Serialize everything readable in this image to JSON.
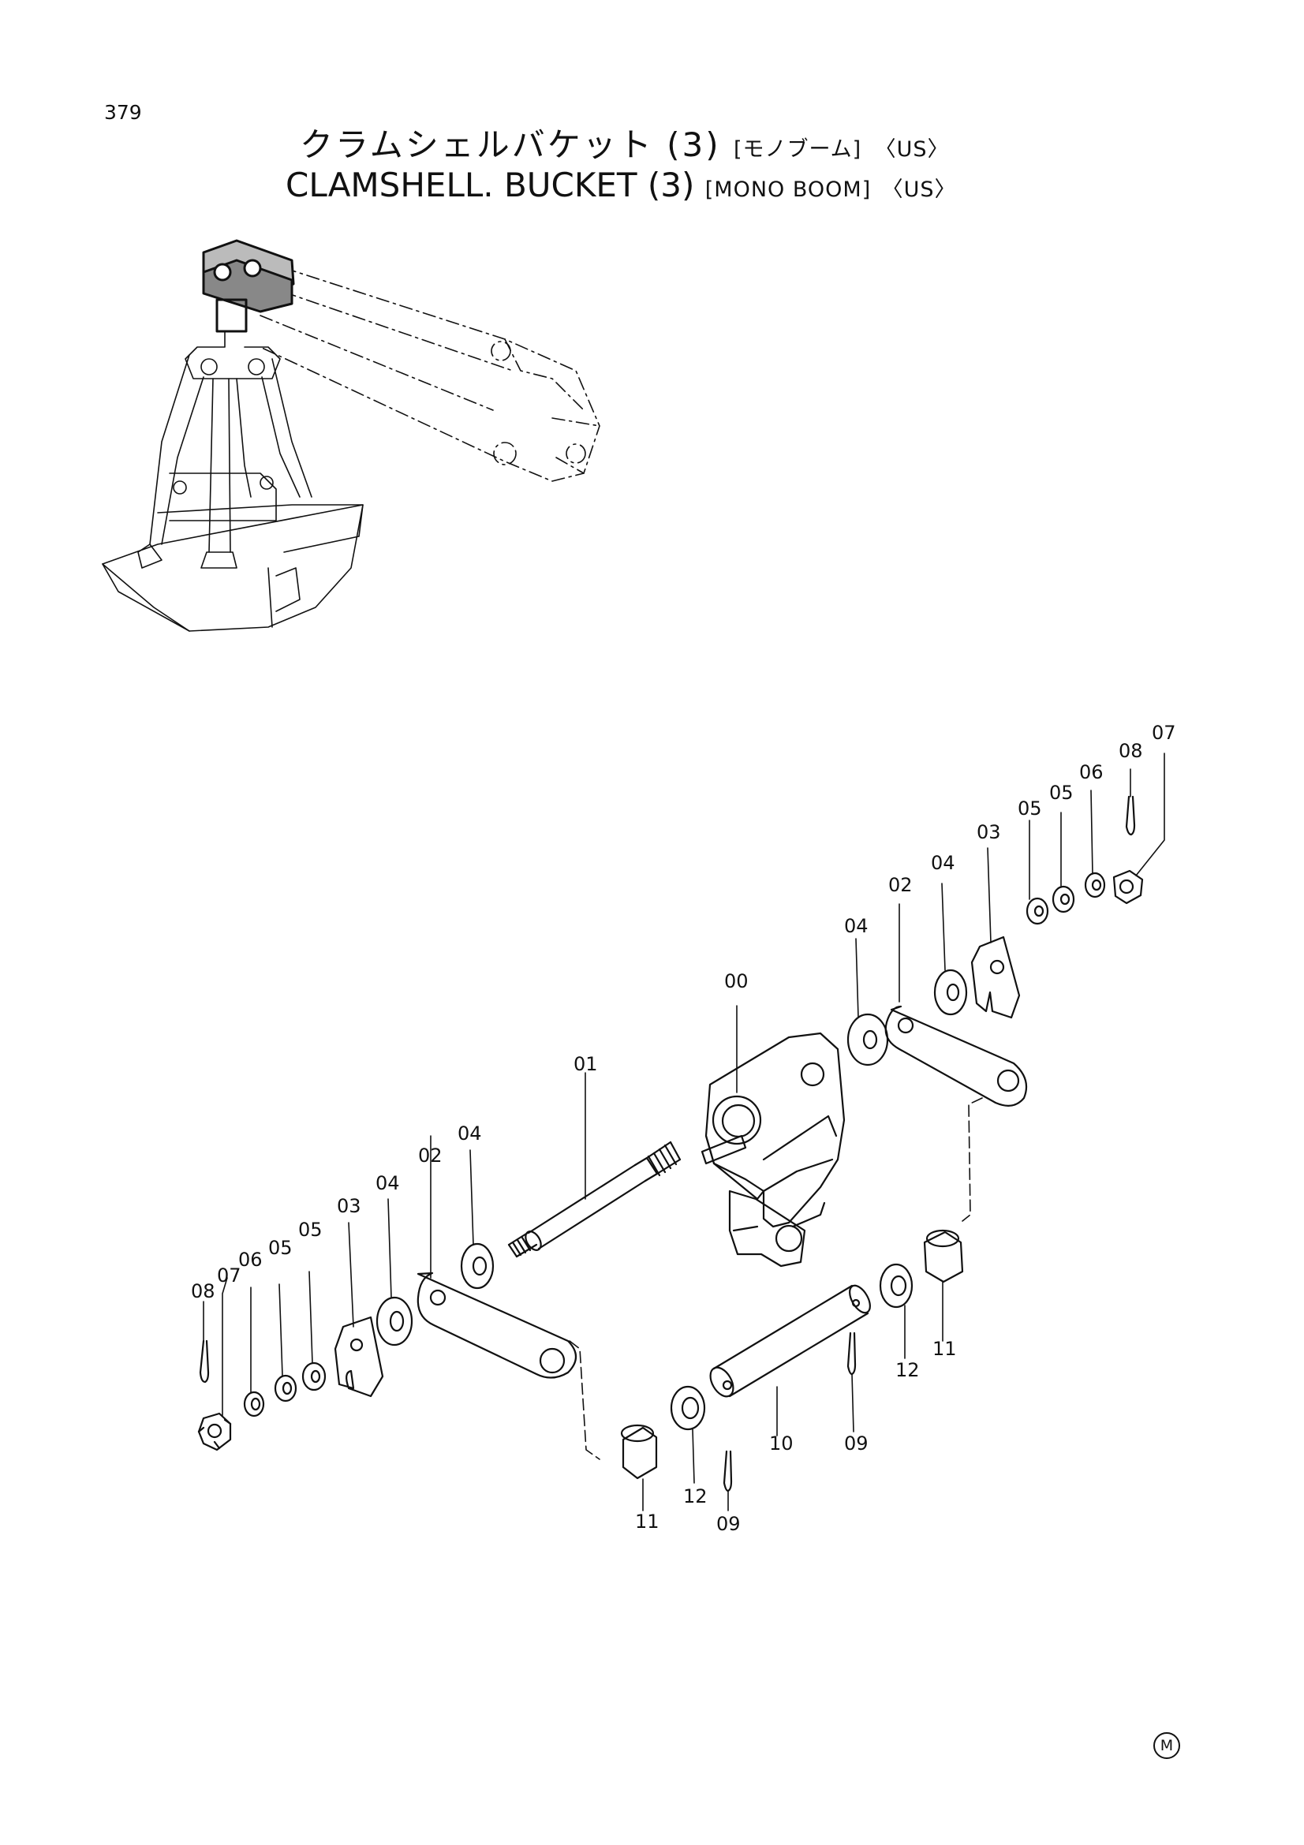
{
  "page": {
    "number": "379"
  },
  "title": {
    "jp_main": "クラムシェルバケット (3)",
    "jp_sub": "[モノブーム]",
    "jp_region": "〈US〉",
    "en_main": "CLAMSHELL. BUCKET (3)",
    "en_sub": "[MONO BOOM]",
    "en_region": "〈US〉"
  },
  "callouts": {
    "c00": "00",
    "c01": "01",
    "l02": "02",
    "l03": "03",
    "l04a": "04",
    "l04b": "04",
    "l05a": "05",
    "l05b": "05",
    "l06": "06",
    "l07": "07",
    "l08": "08",
    "r02": "02",
    "r03": "03",
    "r04a": "04",
    "r04b": "04",
    "r05a": "05",
    "r05b": "05",
    "r06": "06",
    "r07": "07",
    "r08": "08",
    "p09a": "09",
    "p09b": "09",
    "p10": "10",
    "p11a": "11",
    "p11b": "11",
    "p12a": "12",
    "p12b": "12"
  },
  "maker_mark": "M"
}
